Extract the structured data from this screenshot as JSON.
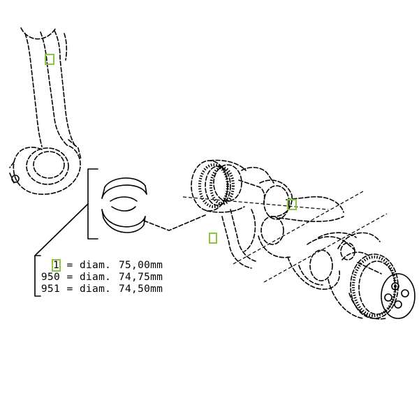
{
  "legend": {
    "rows": [
      {
        "code": "1",
        "eq": "=",
        "label": "diam.",
        "value": "75,00mm",
        "highlight": true
      },
      {
        "code": "950",
        "eq": "=",
        "label": "diam.",
        "value": "74,75mm",
        "highlight": false
      },
      {
        "code": "951",
        "eq": "=",
        "label": "diam.",
        "value": "74,50mm",
        "highlight": false
      }
    ]
  },
  "colors": {
    "lines": "#000000",
    "callout_highlight": "#8cc63f",
    "background": "#ffffff"
  }
}
